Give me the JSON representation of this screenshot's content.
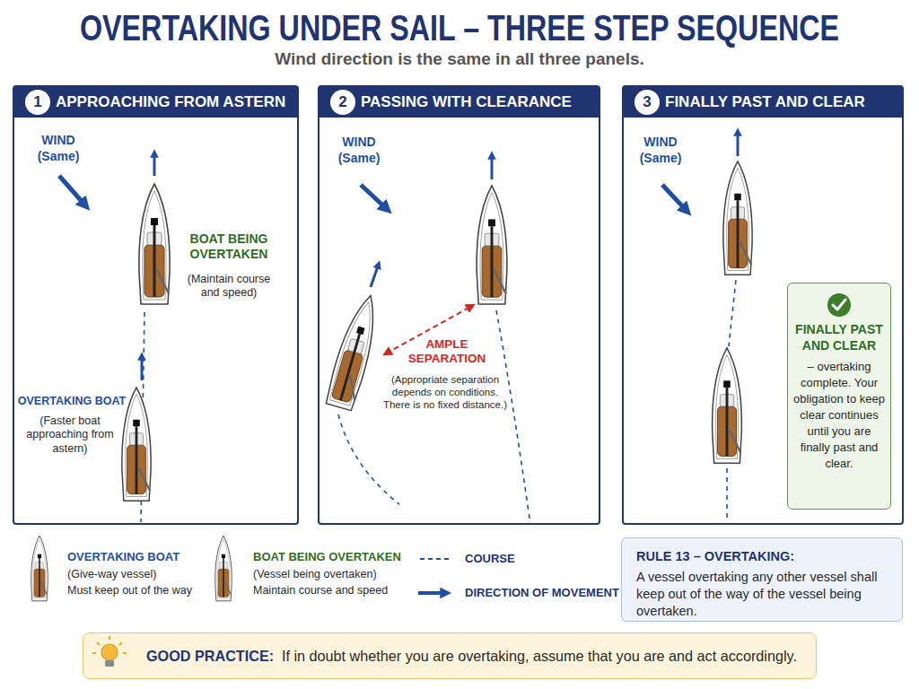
{
  "diagram": {
    "title": "OVERTAKING UNDER SAIL – THREE STEP SEQUENCE",
    "nodes": [
      {
        "text": [
          "APPROACHING FROM ASTERN"
        ]
      },
      {
        "text": [
          "1"
        ],
        "in": 0
      },
      {
        "text": [
          "PASSING WITH CLEARANCE"
        ]
      },
      {
        "text": [
          "2"
        ],
        "in": 2
      },
      {
        "text": [
          "FINALLY PAST AND CLEAR"
        ]
      },
      {
        "text": [
          "3"
        ],
        "in": 4
      },
      {
        "text": [
          "FINALLY PAST AND CLEAR",
          "– overtaking complete. Your obligation to keep clear continues until you are finally past and clear."
        ],
        "in": 4
      },
      {
        "text": [
          "RULE 13 – OVERTAKING:",
          "A vessel overtaking any other vessel shall keep out of the way of the vessel being overtaken."
        ]
      },
      {
        "text": [
          "GOOD PRACTICE:",
          "If in doubt whether you are overtaking, assume that you are and act accordingly."
        ]
      }
    ],
    "labels": [
      "Wind direction is the same in all three panels.",
      "WIND",
      "(Same)",
      "BOAT BEING OVERTAKEN",
      "(Maintain course and speed)",
      "OVERTAKING BOAT",
      "(Faster boat approaching from astern)",
      "WIND",
      "(Same)",
      "AMPLE SEPARATION",
      "(Appropriate separation depends on conditions. There is no fixed distance.)",
      "WIND",
      "(Same)",
      "(Give-way vessel)",
      "Must keep out of the way",
      "(Vessel being overtaken)",
      "Maintain course and speed"
    ],
    "legend": [
      {
        "text": "OVERTAKING BOAT"
      },
      {
        "text": "BOAT BEING OVERTAKEN"
      },
      {
        "text": "COURSE"
      },
      {
        "text": "DIRECTION OF MOVEMENT"
      }
    ]
  }
}
